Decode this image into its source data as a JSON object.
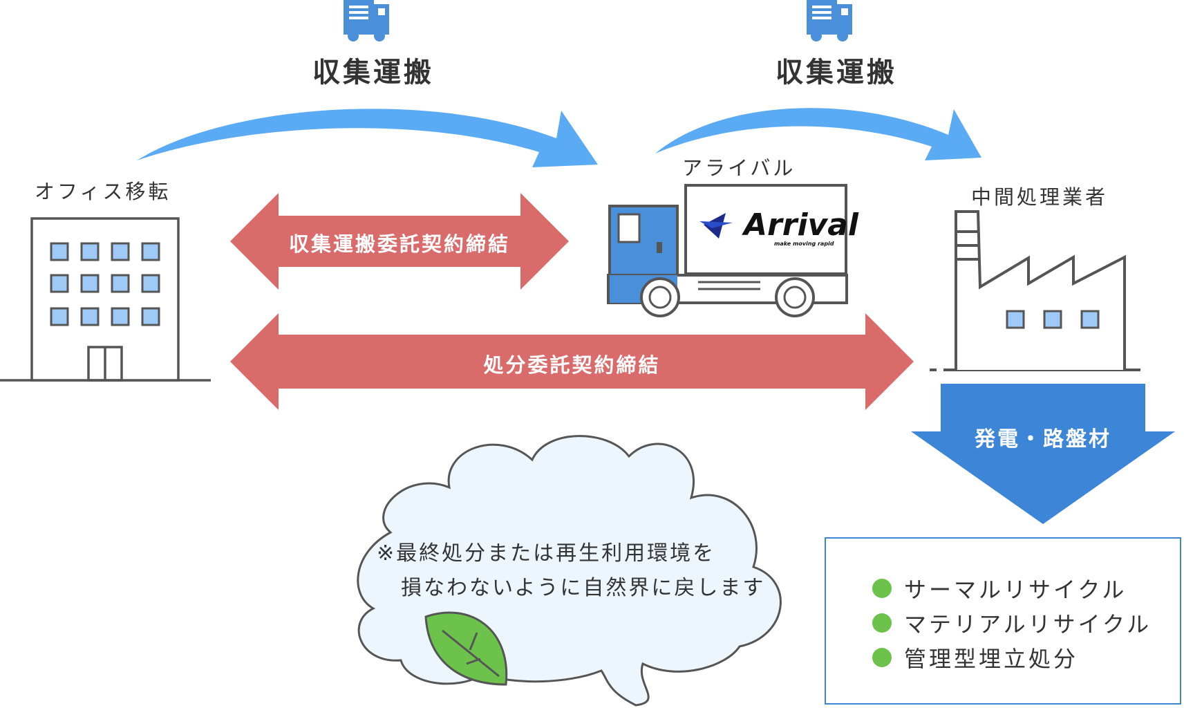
{
  "transport": {
    "left_label": "収集運搬",
    "right_label": "収集運搬"
  },
  "office": {
    "label": "オフィス移転"
  },
  "arrival": {
    "label": "アライバル",
    "logo_text": "Arrival",
    "logo_tagline": "make moving rapid"
  },
  "processor": {
    "label": "中間処理業者"
  },
  "contracts": {
    "transport_contract": "収集運搬委託契約締結",
    "disposal_contract": "処分委託契約締結"
  },
  "output": {
    "label": "発電・路盤材"
  },
  "recycling_list": [
    "サーマルリサイクル",
    "マテリアルリサイクル",
    "管理型埋立処分"
  ],
  "note": {
    "line1": "※最終処分または再生利用環境を",
    "line2": "損なわないように自然界に戻します"
  },
  "colors": {
    "blue_arrow": "#5aabf3",
    "truck_blue": "#4a8fd9",
    "contract_red": "#d96b6b",
    "output_blue": "#3d85d6",
    "window_blue": "#9fcaf7",
    "leaf_green": "#6cc24a",
    "cloud_fill": "#eef6fd"
  }
}
